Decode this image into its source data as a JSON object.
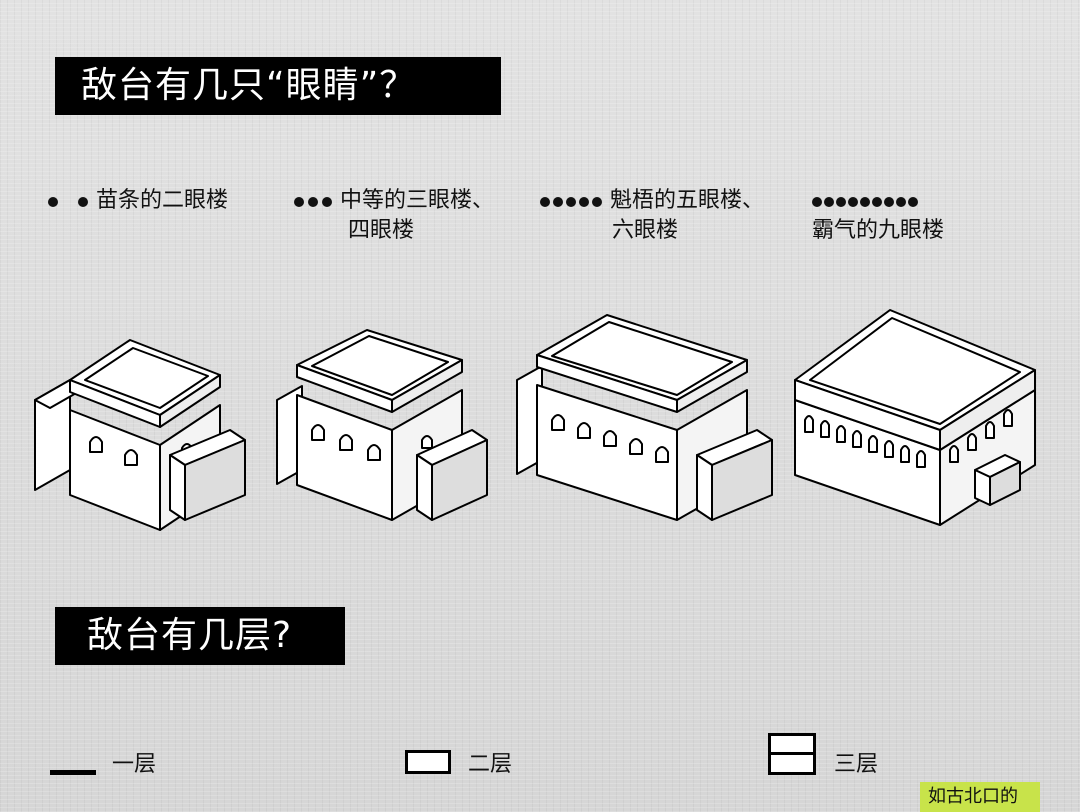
{
  "title_eyes": "敌台有几只“眼睛”？",
  "categories": [
    {
      "dots": 2,
      "line1": "苗条的二眼楼",
      "line2": ""
    },
    {
      "dots": 3,
      "line1": "中等的三眼楼、",
      "line2": "四眼楼"
    },
    {
      "dots": 5,
      "line1": "魁梧的五眼楼、",
      "line2": "六眼楼"
    },
    {
      "dots": 9,
      "line1": "",
      "line2": "霸气的九眼楼"
    }
  ],
  "title_floors": "敌台有几层?",
  "legend": {
    "one": "一层",
    "two": "二层",
    "three": "三层"
  },
  "badge": "如古北口的",
  "colors": {
    "title_bg": "#000000",
    "badge_bg": "#c8e34a"
  }
}
